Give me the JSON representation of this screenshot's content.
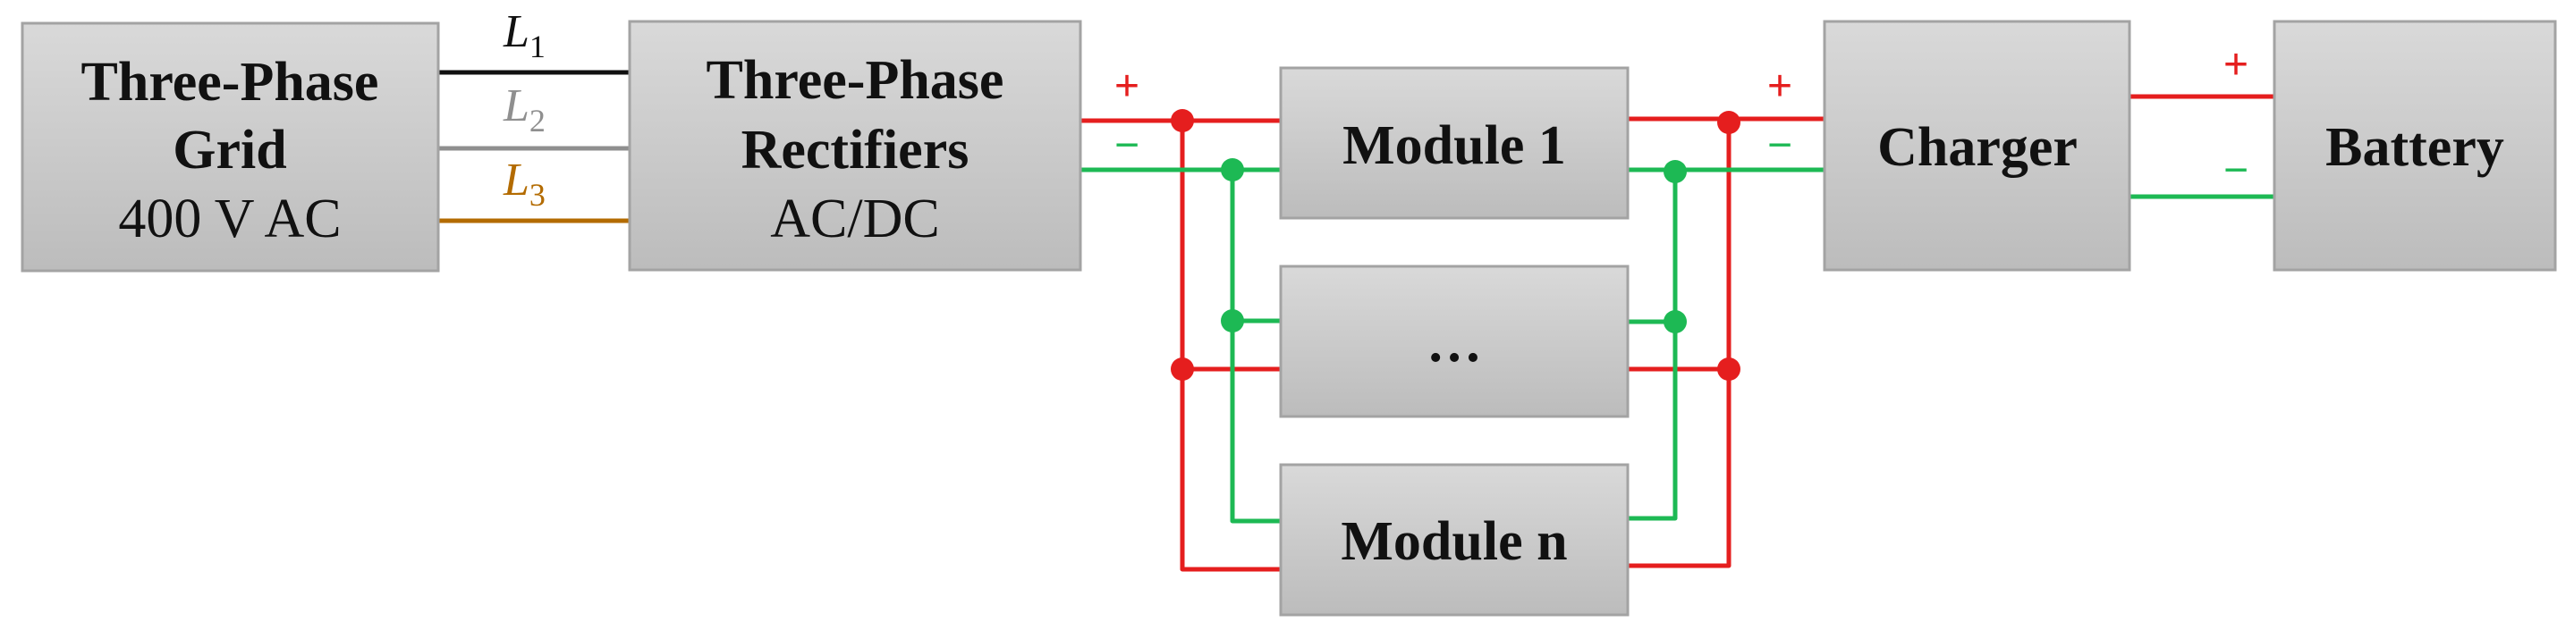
{
  "colors": {
    "positive": "#e51e1e",
    "negative": "#1db954",
    "line1": "#111111",
    "line2": "#8f8f8f",
    "line3": "#b36b00",
    "box_fill_top": "#d9d9d9",
    "box_fill_bottom": "#bcbcbc",
    "box_stroke": "#a3a3a3"
  },
  "blocks": {
    "grid": {
      "title_line1": "Three-Phase",
      "title_line2": "Grid",
      "subtitle": "400 V AC"
    },
    "rectifier": {
      "title_line1": "Three-Phase",
      "title_line2": "Rectifiers",
      "subtitle": "AC/DC"
    },
    "module_1": {
      "label": "Module 1"
    },
    "module_mid": {
      "label": "…"
    },
    "module_n": {
      "label": "Module n"
    },
    "charger": {
      "label": "Charger"
    },
    "battery": {
      "label": "Battery"
    }
  },
  "phases": [
    {
      "letter": "L",
      "index": "1"
    },
    {
      "letter": "L",
      "index": "2"
    },
    {
      "letter": "L",
      "index": "3"
    }
  ],
  "signs": {
    "plus": "+",
    "minus": "−"
  }
}
